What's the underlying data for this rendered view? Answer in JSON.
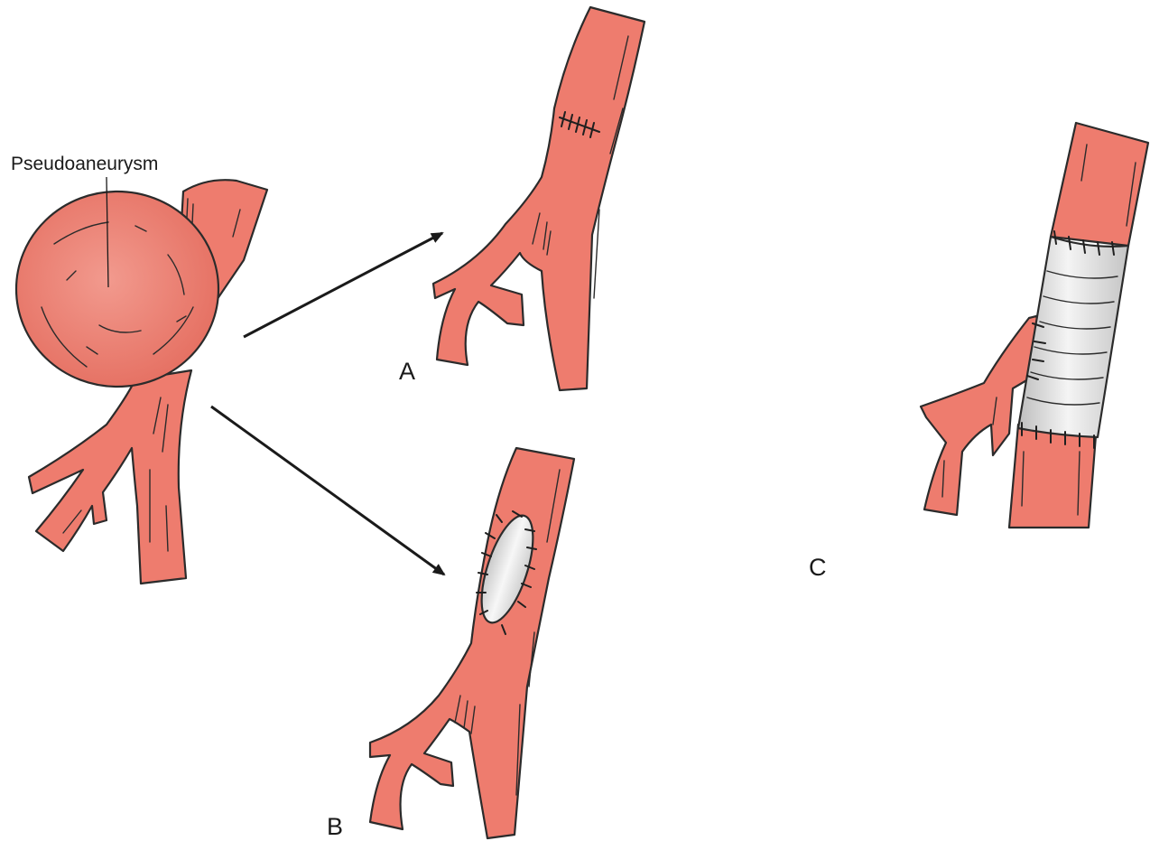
{
  "labels": {
    "pseudoaneurysm": "Pseudoaneurysm",
    "panel_a": "A",
    "panel_b": "B",
    "panel_c": "C"
  },
  "colors": {
    "vessel": "#ee7c6e",
    "vessel_shade": "#d8604f",
    "outline": "#2b2b2b",
    "graft": "#e6e6e6",
    "graft_shade": "#bdbdbd",
    "arrow": "#1a1a1a"
  }
}
